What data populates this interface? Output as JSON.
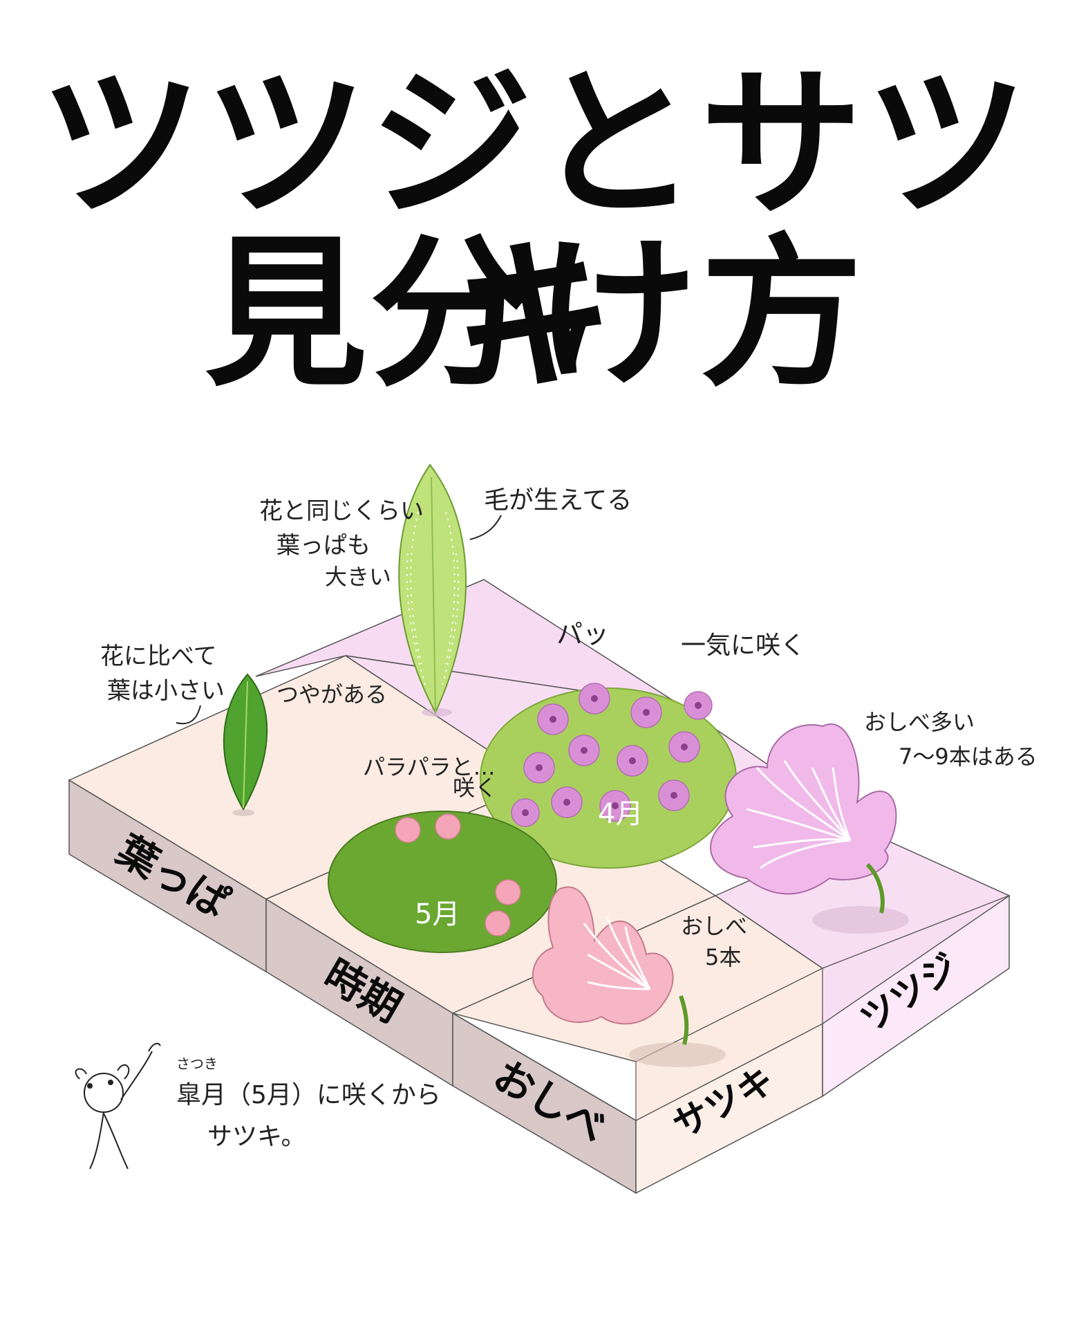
{
  "title": {
    "line1": "ツツジとサツキ",
    "line2": "見分け方"
  },
  "grid": {
    "row_labels": {
      "leaves": "葉っぱ",
      "season": "時期",
      "stamen": "おしべ"
    },
    "col_labels": {
      "satsuki": "サツキ",
      "tsutsuji": "ツツジ"
    }
  },
  "notes": {
    "satsuki_leaf_1": "花に比べて",
    "satsuki_leaf_2": "葉は小さい",
    "satsuki_leaf_gloss": "つやがある",
    "tsutsuji_leaf_1": "花と同じくらい",
    "tsutsuji_leaf_2": "葉っぱも",
    "tsutsuji_leaf_3": "大きい",
    "tsutsuji_leaf_hair": "毛が生えてる",
    "tsutsuji_bloom_pa": "パッ",
    "tsutsuji_bloom_all": "一気に咲く",
    "tsutsuji_month": "4月",
    "satsuki_bloom_1": "パラパラと…",
    "satsuki_bloom_2": "咲く",
    "satsuki_month": "5月",
    "tsutsuji_stamen_1": "おしべ多い",
    "tsutsuji_stamen_2": "7〜9本はある",
    "satsuki_stamen_1": "おしべ",
    "satsuki_stamen_2": "5本",
    "footnote_ruby": "さつき",
    "footnote_1": "皐月（5月）に咲くから",
    "footnote_2": "サツキ。"
  },
  "colors": {
    "satsuki_top": "#fbebe2",
    "tsutsuji_top": "#f8def3",
    "satsuki_side": "#d8c8c8",
    "satsuki_face": "#fbefe8",
    "tsutsuji_face": "#fbe8f8",
    "leaf_dark": "#4fa32e",
    "leaf_light": "#bfe27a",
    "bush_green": "#6aa832",
    "flower_pink": "#f4a6b8",
    "flower_violet": "#d98fd6"
  }
}
